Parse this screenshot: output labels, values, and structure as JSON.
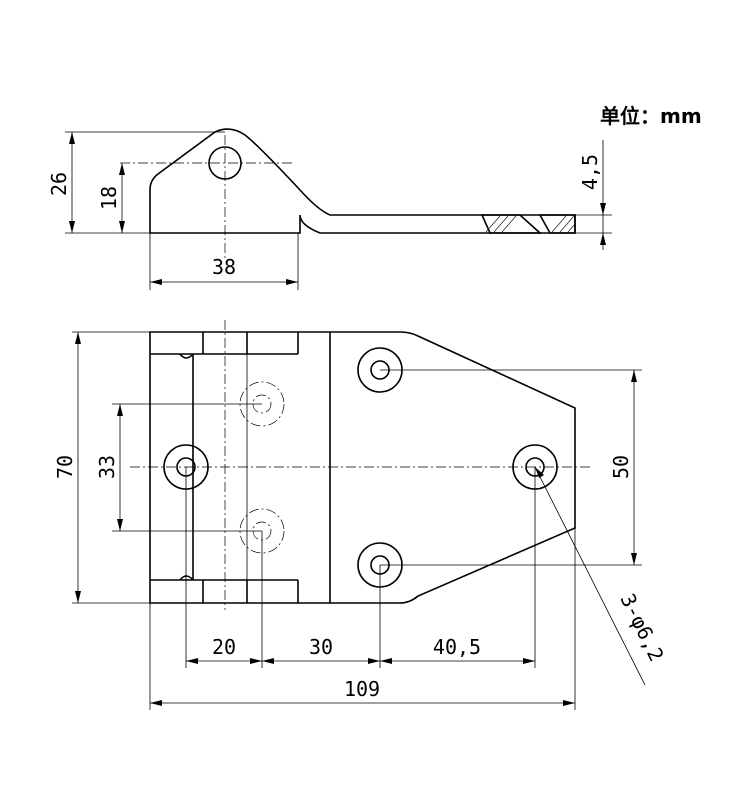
{
  "unit_label": "单位：mm",
  "side_view": {
    "dim_height_total": "26",
    "dim_hole_height": "18",
    "dim_base_width": "38",
    "dim_thickness": "4,5"
  },
  "top_view": {
    "dim_height": "70",
    "dim_hole_spacing_left": "33",
    "dim_hole_spacing_right": "50",
    "dim_seg_1": "20",
    "dim_seg_2": "30",
    "dim_seg_3": "40,5",
    "dim_total_width": "109",
    "hole_callout": "3-φ6,2"
  }
}
